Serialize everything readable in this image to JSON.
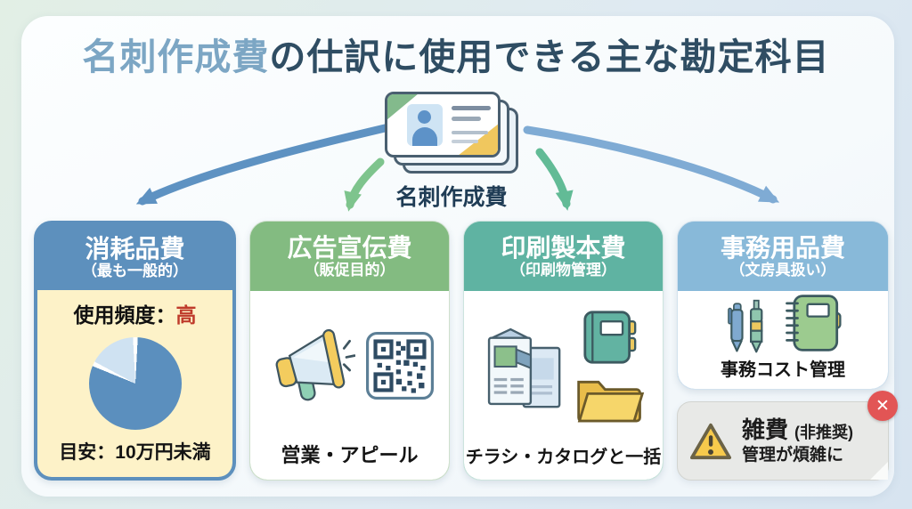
{
  "title": {
    "highlight": "名刺作成費",
    "rest": "の仕訳に使用できる主な勘定科目"
  },
  "center_card": {
    "label": "名刺作成費"
  },
  "columns": [
    {
      "title": "消耗品費",
      "subtitle": "（最も一般的）",
      "usage_prefix": "使用頻度：",
      "usage_value": "高",
      "footer": "目安：10万円未満",
      "header_color": "#5d90bd",
      "body_color": "#fdf2c8"
    },
    {
      "title": "広告宣伝費",
      "subtitle": "（販促目的）",
      "footer": "営業・アピール",
      "header_color": "#83bb81"
    },
    {
      "title": "印刷製本費",
      "subtitle": "（印刷物管理）",
      "footer": "チラシ・カタログと一括",
      "header_color": "#5fb3a2"
    },
    {
      "title": "事務用品費",
      "subtitle": "（文房具扱い）",
      "footer": "事務コスト管理",
      "header_color": "#88b9d9"
    }
  ],
  "warning": {
    "name": "雑費",
    "tag": "(非推奨)",
    "desc": "管理が煩雑に",
    "close_icon": "✕",
    "badge_color": "#e25555"
  },
  "chart_data": {
    "type": "pie",
    "title": "使用頻度：高",
    "slices": [
      {
        "value": 82,
        "color": "#5b8fbe"
      },
      {
        "value": 18,
        "color": "#cfe2f2"
      }
    ],
    "legend": []
  },
  "accent_colors": {
    "title_highlight": "#7ca6c4",
    "title_main": "#2f4d63",
    "usage_red": "#bf3b2b",
    "arrow_blue_left": "#5e92c2",
    "arrow_green_left": "#7ec48d",
    "arrow_teal_right": "#62bb96",
    "arrow_blue_right": "#7fabd4"
  }
}
